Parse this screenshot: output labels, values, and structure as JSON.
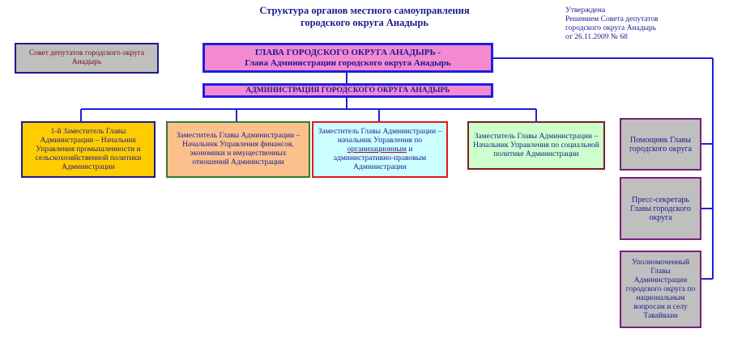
{
  "title": {
    "line1": "Структура органов местного самоуправления",
    "line2": "городского округа Анадырь"
  },
  "approval": {
    "line1": "Утверждена",
    "line2": "Решением Совета депутатов",
    "line3": "городского округа  Анадырь",
    "line4": "от 26.11.2009   № 68"
  },
  "council": {
    "text": "Совет депутатов городского округа Анадырь"
  },
  "head": {
    "line1": "ГЛАВА ГОРОДСКОГО ОКРУГА АНАДЫРЬ -",
    "line2": "Глава Администрации городского округа Анадырь"
  },
  "administration": {
    "text": "АДМИНИСТРАЦИЯ ГОРОДСКОГО ОКРУГА АНАДЫРЬ"
  },
  "deputies": [
    {
      "text": "1-й  Заместитель Главы Администрации – Начальник Управления промышленности и сельскохозяйственной политики Администрации"
    },
    {
      "text": "Заместитель Главы Администрации – Начальник Управления  финансов, экономики и имущественных отношений Администрации"
    },
    {
      "part1": "Заместитель  Главы Администрации – начальник Управления по ",
      "part2": "организационным",
      "part3": " и административно-правовым Администрации"
    },
    {
      "text": "Заместитель Главы Администрации – Начальник Управления по социальной политике Администрации"
    }
  ],
  "side": [
    {
      "text": "Помощник Главы городского округа"
    },
    {
      "text": "Пресс-секретарь Главы городского округа"
    },
    {
      "text": "Уполномоченный Главы Администрации городского округа по национальным вопросам и селу Тавайваам"
    }
  ],
  "colors": {
    "text": "#1b1b8f",
    "connector": "#1e1ee0",
    "head_fill": "#f48ad2",
    "gold": "#ffcc00",
    "peach": "#fac18d",
    "cyan": "#ccfeff",
    "mint": "#ccffcc",
    "gray": "#bfbfbf",
    "purple": "#7a1f7a"
  }
}
